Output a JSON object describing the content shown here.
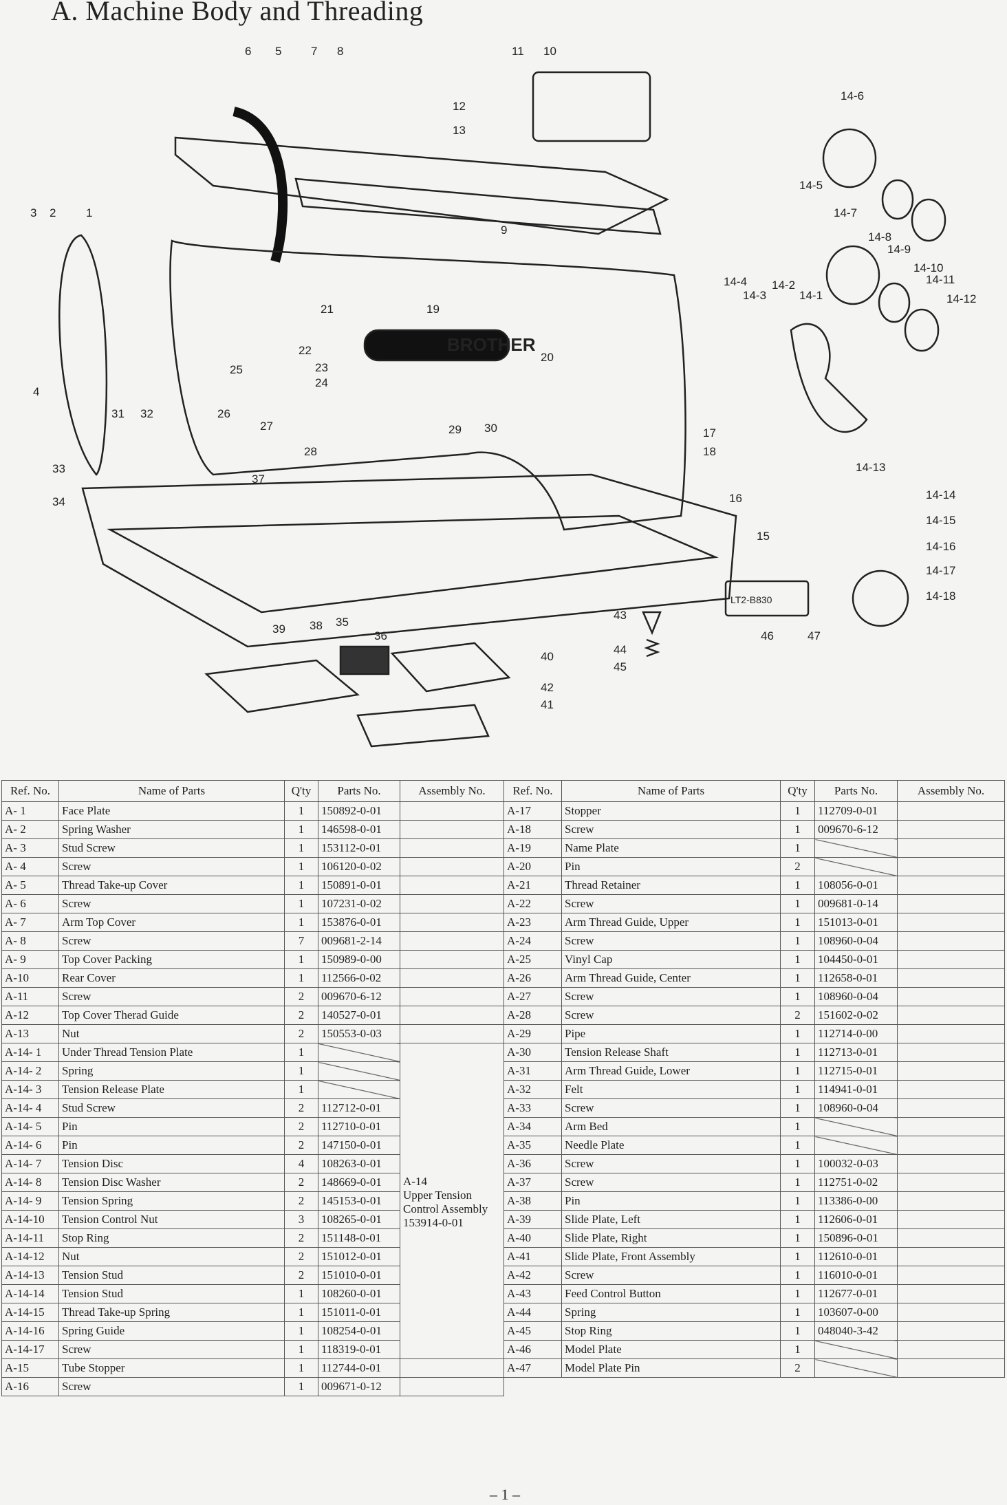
{
  "page": {
    "section_title": "A.  Machine Body and Threading",
    "page_number": "– 1 –"
  },
  "diagram": {
    "brand": "BROTHER",
    "model_plate_text": "LT2-B830",
    "callouts": [
      "1",
      "2",
      "3",
      "4",
      "5",
      "6",
      "7",
      "8",
      "9",
      "10",
      "11",
      "12",
      "13",
      "14-1",
      "14-2",
      "14-3",
      "14-4",
      "14-5",
      "14-6",
      "14-7",
      "14-8",
      "14-9",
      "14-10",
      "14-11",
      "14-12",
      "14-13",
      "14-14",
      "14-15",
      "14-16",
      "14-17",
      "14-18",
      "15",
      "16",
      "17",
      "18",
      "19",
      "20",
      "21",
      "22",
      "23",
      "24",
      "25",
      "26",
      "27",
      "28",
      "29",
      "30",
      "31",
      "32",
      "33",
      "34",
      "35",
      "36",
      "37",
      "38",
      "39",
      "40",
      "41",
      "42",
      "43",
      "44",
      "45",
      "46",
      "47"
    ]
  },
  "table": {
    "headers": [
      "Ref. No.",
      "Name of Parts",
      "Q'ty",
      "Parts No.",
      "Assembly No."
    ],
    "assembly_note": "A-14\nUpper Tension\nControl Assembly\n153914-0-01",
    "left_rows": [
      [
        "A-  1",
        "Face Plate",
        "1",
        "150892-0-01"
      ],
      [
        "A-  2",
        "Spring Washer",
        "1",
        "146598-0-01"
      ],
      [
        "A-  3",
        "Stud Screw",
        "1",
        "153112-0-01"
      ],
      [
        "A-  4",
        "Screw",
        "1",
        "106120-0-02"
      ],
      [
        "A-  5",
        "Thread Take-up Cover",
        "1",
        "150891-0-01"
      ],
      [
        "A-  6",
        "Screw",
        "1",
        "107231-0-02"
      ],
      [
        "A-  7",
        "Arm Top Cover",
        "1",
        "153876-0-01"
      ],
      [
        "A-  8",
        "Screw",
        "7",
        "009681-2-14"
      ],
      [
        "A-  9",
        "Top Cover Packing",
        "1",
        "150989-0-00"
      ],
      [
        "A-10",
        "Rear Cover",
        "1",
        "112566-0-02"
      ],
      [
        "A-11",
        "Screw",
        "2",
        "009670-6-12"
      ],
      [
        "A-12",
        "Top Cover Therad Guide",
        "2",
        "140527-0-01"
      ],
      [
        "A-13",
        "Nut",
        "2",
        "150553-0-03"
      ],
      [
        "A-14-  1",
        "Under Thread Tension Plate",
        "1",
        ""
      ],
      [
        "A-14-  2",
        "Spring",
        "1",
        ""
      ],
      [
        "A-14-  3",
        "Tension Release Plate",
        "1",
        ""
      ],
      [
        "A-14-  4",
        "Stud Screw",
        "2",
        "112712-0-01"
      ],
      [
        "A-14-  5",
        "Pin",
        "2",
        "112710-0-01"
      ],
      [
        "A-14-  6",
        "Pin",
        "2",
        "147150-0-01"
      ],
      [
        "A-14-  7",
        "Tension Disc",
        "4",
        "108263-0-01"
      ],
      [
        "A-14-  8",
        "Tension Disc Washer",
        "2",
        "148669-0-01"
      ],
      [
        "A-14-  9",
        "Tension Spring",
        "2",
        "145153-0-01"
      ],
      [
        "A-14-10",
        "Tension Control Nut",
        "3",
        "108265-0-01"
      ],
      [
        "A-14-11",
        "Stop Ring",
        "2",
        "151148-0-01"
      ],
      [
        "A-14-12",
        "Nut",
        "2",
        "151012-0-01"
      ],
      [
        "A-14-13",
        "Tension Stud",
        "2",
        "151010-0-01"
      ],
      [
        "A-14-14",
        "Tension Stud",
        "1",
        "108260-0-01"
      ],
      [
        "A-14-15",
        "Thread Take-up Spring",
        "1",
        "151011-0-01"
      ],
      [
        "A-14-16",
        "Spring Guide",
        "1",
        "108254-0-01"
      ],
      [
        "A-14-17",
        "Screw",
        "1",
        "118319-0-01"
      ],
      [
        "A-15",
        "Tube Stopper",
        "1",
        "112744-0-01"
      ],
      [
        "A-16",
        "Screw",
        "1",
        "009671-0-12"
      ]
    ],
    "right_rows": [
      [
        "A-17",
        "Stopper",
        "1",
        "112709-0-01"
      ],
      [
        "A-18",
        "Screw",
        "1",
        "009670-6-12"
      ],
      [
        "A-19",
        "Name Plate",
        "1",
        ""
      ],
      [
        "A-20",
        "Pin",
        "2",
        ""
      ],
      [
        "A-21",
        "Thread Retainer",
        "1",
        "108056-0-01"
      ],
      [
        "A-22",
        "Screw",
        "1",
        "009681-0-14"
      ],
      [
        "A-23",
        "Arm Thread Guide, Upper",
        "1",
        "151013-0-01"
      ],
      [
        "A-24",
        "Screw",
        "1",
        "108960-0-04"
      ],
      [
        "A-25",
        "Vinyl Cap",
        "1",
        "104450-0-01"
      ],
      [
        "A-26",
        "Arm Thread Guide, Center",
        "1",
        "112658-0-01"
      ],
      [
        "A-27",
        "Screw",
        "1",
        "108960-0-04"
      ],
      [
        "A-28",
        "Screw",
        "2",
        "151602-0-02"
      ],
      [
        "A-29",
        "Pipe",
        "1",
        "112714-0-00"
      ],
      [
        "A-30",
        "Tension Release Shaft",
        "1",
        "112713-0-01"
      ],
      [
        "A-31",
        "Arm Thread Guide, Lower",
        "1",
        "112715-0-01"
      ],
      [
        "A-32",
        "Felt",
        "1",
        "114941-0-01"
      ],
      [
        "A-33",
        "Screw",
        "1",
        "108960-0-04"
      ],
      [
        "A-34",
        "Arm Bed",
        "1",
        ""
      ],
      [
        "A-35",
        "Needle Plate",
        "1",
        ""
      ],
      [
        "A-36",
        "Screw",
        "1",
        "100032-0-03"
      ],
      [
        "A-37",
        "Screw",
        "1",
        "112751-0-02"
      ],
      [
        "A-38",
        "Pin",
        "1",
        "113386-0-00"
      ],
      [
        "A-39",
        "Slide Plate, Left",
        "1",
        "112606-0-01"
      ],
      [
        "A-40",
        "Slide Plate, Right",
        "1",
        "150896-0-01"
      ],
      [
        "A-41",
        "Slide Plate, Front Assembly",
        "1",
        "112610-0-01"
      ],
      [
        "A-42",
        "Screw",
        "1",
        "116010-0-01"
      ],
      [
        "A-43",
        "Feed Control Button",
        "1",
        "112677-0-01"
      ],
      [
        "A-44",
        "Spring",
        "1",
        "103607-0-00"
      ],
      [
        "A-45",
        "Stop Ring",
        "1",
        "048040-3-42"
      ],
      [
        "A-46",
        "Model Plate",
        "1",
        ""
      ],
      [
        "A-47",
        "Model Plate Pin",
        "2",
        ""
      ]
    ]
  }
}
